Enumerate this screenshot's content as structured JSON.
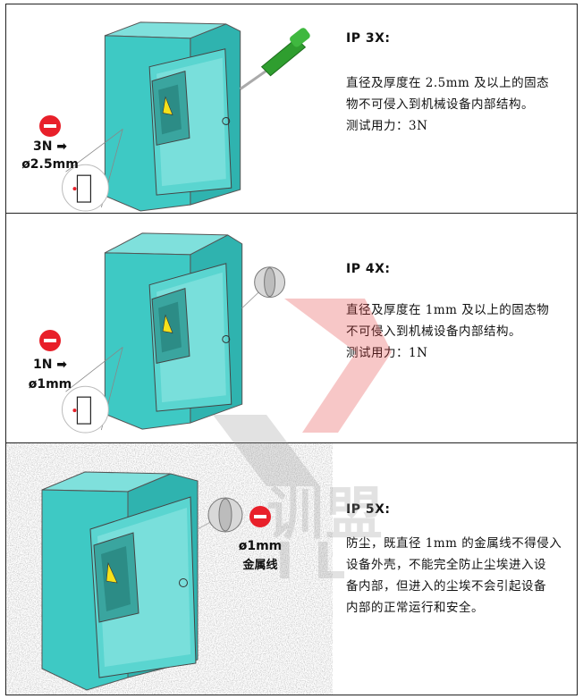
{
  "rows": [
    {
      "heading": "IP 3X:",
      "lines": [
        "直径及厚度在 2.5mm 及以上的固态",
        "物不可侵入到机械设备内部结构。",
        "测试用力：3N"
      ],
      "force_label": "3N ➡",
      "size_label": "ø2.5mm"
    },
    {
      "heading": "IP 4X:",
      "lines": [
        "直径及厚度在 1mm 及以上的固态物",
        "不可侵入到机械设备内部结构。",
        "测试用力：1N"
      ],
      "force_label": "1N ➡",
      "size_label": "ø1mm"
    },
    {
      "heading": "IP 5X:",
      "lines": [
        "防尘，既直径 1mm 的金属线不得侵入",
        "设备外壳，不能完全防止尘埃进入设",
        "备内部，但进入的尘埃不会引起设备",
        "内部的正常运行和安全。"
      ],
      "size_label": "ø1mm",
      "wire_label": "金属线"
    }
  ],
  "watermark": {
    "glyphs": "训盟",
    "latin": "IL"
  },
  "colors": {
    "cabinet": "#3ec9c4",
    "cabinet_dark": "#27a9a5",
    "no_sign": "#e8202a",
    "screwdriver": "#2f9e2f"
  }
}
